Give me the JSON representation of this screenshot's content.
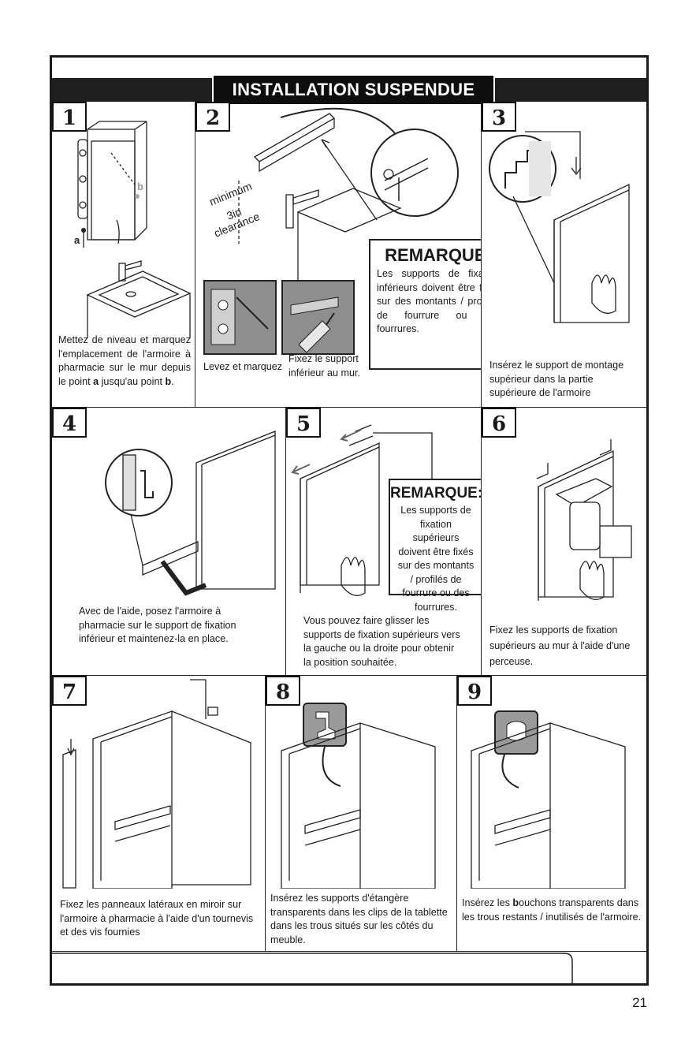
{
  "title": "INSTALLATION SUSPENDUE",
  "page_number": "21",
  "steps": [
    {
      "number": "1",
      "text_a": "Mettez de niveau et marquez l'emplacement de l'armoire à pharmacie sur le mur depuis le point ",
      "point_a": "a",
      "text_b": " jusqu'au point ",
      "point_b": "b",
      "text_end": ".",
      "label_a": "a",
      "label_b": "b"
    },
    {
      "number": "2",
      "caption_left": "Levez et marquez",
      "caption_right": "Fixez le support inférieur au mur.",
      "clearance_1": "minimum",
      "clearance_2": "3in",
      "clearance_3": "clearance"
    },
    {
      "number": "3",
      "caption": "Insérez le support de montage supérieur dans la partie supérieure de l'armoire"
    },
    {
      "number": "4",
      "caption": "Avec de l'aide, posez l'armoire à pharmacie sur le support de fixation inférieur et maintenez-la en place."
    },
    {
      "number": "5",
      "caption": "Vous pouvez faire glisser les supports de fixation supérieurs vers la gauche ou la droite pour obtenir la position souhaitée."
    },
    {
      "number": "6",
      "caption": "Fixez les supports de fixation supérieurs au mur à l'aide d'une perceuse."
    },
    {
      "number": "7",
      "caption": "Fixez les panneaux latéraux en miroir sur l'armoire à pharmacie à l'aide d'un tournevis et des vis fournies"
    },
    {
      "number": "8",
      "caption": "Insérez les supports d'étangère transparents dans les clips de la tablette dans les trous situés sur les côtés du meuble."
    },
    {
      "number": "9",
      "caption_a": "Insérez les ",
      "caption_bold": "b",
      "caption_b": "ouchons transparents dans les trous restants / inutilisés de l'armoire."
    }
  ],
  "notes": [
    {
      "title": "REMARQUE:",
      "body": "Les supports de fixation inférieurs doivent être fixés sur des montants / profilés de fourrure ou des fourrures."
    },
    {
      "title": "REMARQUE:",
      "body": "Les supports de fixation supérieurs doivent être fixés sur des montants / profilés de fourrure ou des fourrures."
    }
  ]
}
